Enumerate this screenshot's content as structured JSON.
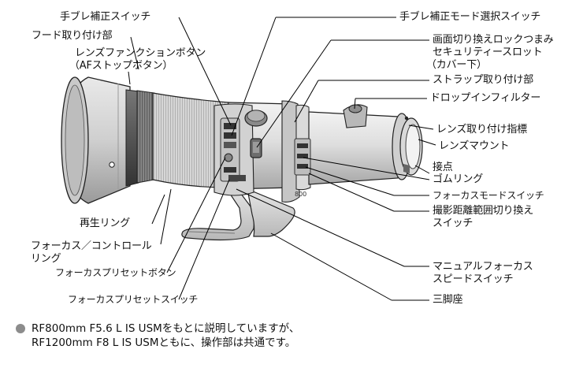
{
  "labels": {
    "is_switch": "手ブレ補正スイッチ",
    "hood_mount": "フード取り付け部",
    "lens_function_button_1": "レンズファンクションボタン",
    "lens_function_button_2": "（AFストップボタン）",
    "playback_ring": "再生リング",
    "focus_control_ring_1": "フォーカス／コントロール",
    "focus_control_ring_2": "リング",
    "focus_preset_button": "フォーカスプリセットボタン",
    "focus_preset_switch": "フォーカスプリセットスイッチ",
    "is_mode_switch": "手ブレ補正モード選択スイッチ",
    "screen_lock_1": "画面切り換えロックつまみ",
    "screen_lock_2": "セキュリティースロット",
    "screen_lock_3": "（カバー下）",
    "strap_mount": "ストラップ取り付け部",
    "drop_in_filter": "ドロップインフィルター",
    "lens_mount_index": "レンズ取り付け指標",
    "lens_mount": "レンズマウント",
    "contacts": "接点",
    "rubber_ring": "ゴムリング",
    "focus_mode_switch": "フォーカスモードスイッチ",
    "distance_range_1": "撮影距離範囲切り換え",
    "distance_range_2": "スイッチ",
    "manual_focus_speed_1": "マニュアルフォーカス",
    "manual_focus_speed_2": "スピードスイッチ",
    "tripod_mount": "三脚座"
  },
  "lens_marking": "800",
  "note": {
    "line1": "RF800mm F5.6 L IS USMをもとに説明していますが、",
    "line2": "RF1200mm F8 L IS USMともに、操作部は共通です。"
  }
}
